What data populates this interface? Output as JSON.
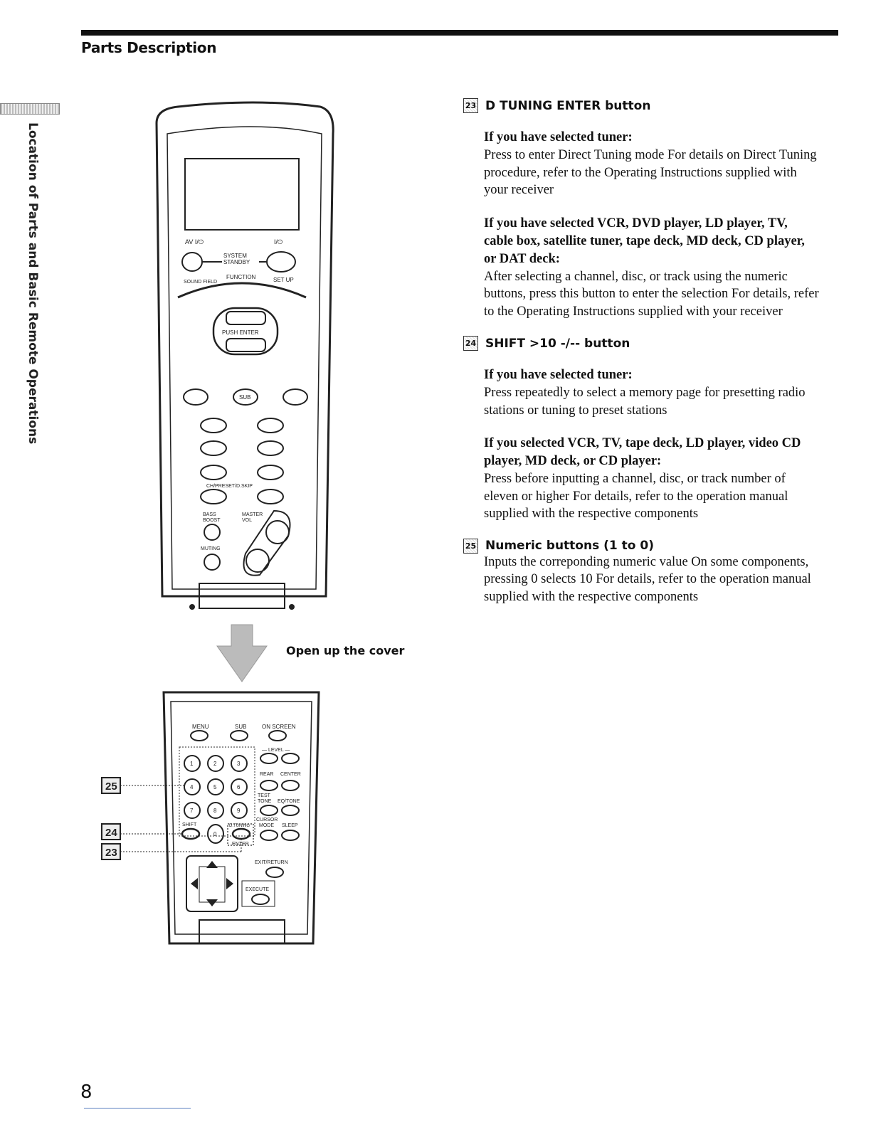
{
  "header": {
    "title": "Parts Description"
  },
  "sidebar": {
    "label": "Location of Parts and Basic Remote Operations"
  },
  "figure": {
    "open_cover_label": "Open up the cover",
    "callouts": [
      "25",
      "24",
      "23"
    ],
    "remote_labels": {
      "av": "AV I/⏻",
      "power": "I/⏻",
      "system_standby": "SYSTEM STANDBY",
      "sound_field": "SOUND FIELD",
      "function": "FUNCTION",
      "set_up": "SET UP",
      "push_enter": "PUSH ENTER",
      "sub": "SUB",
      "ch_preset": "CH/PRESET/D.SKIP",
      "bass_boost": "BASS BOOST",
      "master_vol": "MASTER VOL",
      "muting": "MUTING",
      "menu": "MENU",
      "sub2": "SUB",
      "on_screen": "ON SCREEN",
      "level": "— LEVEL —",
      "rear": "REAR",
      "center": "CENTER",
      "test_tone": "TEST TONE",
      "eq_tone": "EQ/TONE",
      "cursor_mode": "CURSOR MODE",
      "sleep": "SLEEP",
      "shift": "SHIFT",
      "d_tuning": "D.TUNING",
      "enter": "ENTER",
      "exit_return": "EXIT/RETURN",
      "execute": "EXECUTE"
    }
  },
  "entries": [
    {
      "num": "23",
      "title": "D TUNING ENTER button",
      "blocks": [
        {
          "cond": "If you have selected tuner:",
          "body": "Press to enter Direct Tuning mode  For details on Direct Tuning procedure, refer to the Operating Instructions supplied with your receiver"
        },
        {
          "cond": "If you have selected VCR, DVD player, LD player, TV, cable box, satellite tuner, tape deck, MD deck, CD player, or DAT deck:",
          "body": "After selecting a channel, disc, or track using the numeric buttons, press this button to enter the selection  For details, refer to the Operating Instructions supplied with your receiver"
        }
      ]
    },
    {
      "num": "24",
      "title": "SHIFT >10 -/-- button",
      "blocks": [
        {
          "cond": "If you have selected tuner:",
          "body": "Press repeatedly to select a memory page for presetting radio stations or tuning to preset stations"
        },
        {
          "cond": "If you selected VCR, TV, tape deck, LD player, video CD player, MD deck, or CD player:",
          "body": "Press before inputting a channel, disc, or track number of eleven or higher  For details, refer to the operation manual supplied with the respective components"
        }
      ]
    },
    {
      "num": "25",
      "title": "Numeric buttons (1 to 0)",
      "body": "Inputs the correponding numeric value  On some components, pressing 0 selects 10  For details, refer to the operation manual supplied with the respective components"
    }
  ],
  "footer": {
    "page_number": "8"
  }
}
